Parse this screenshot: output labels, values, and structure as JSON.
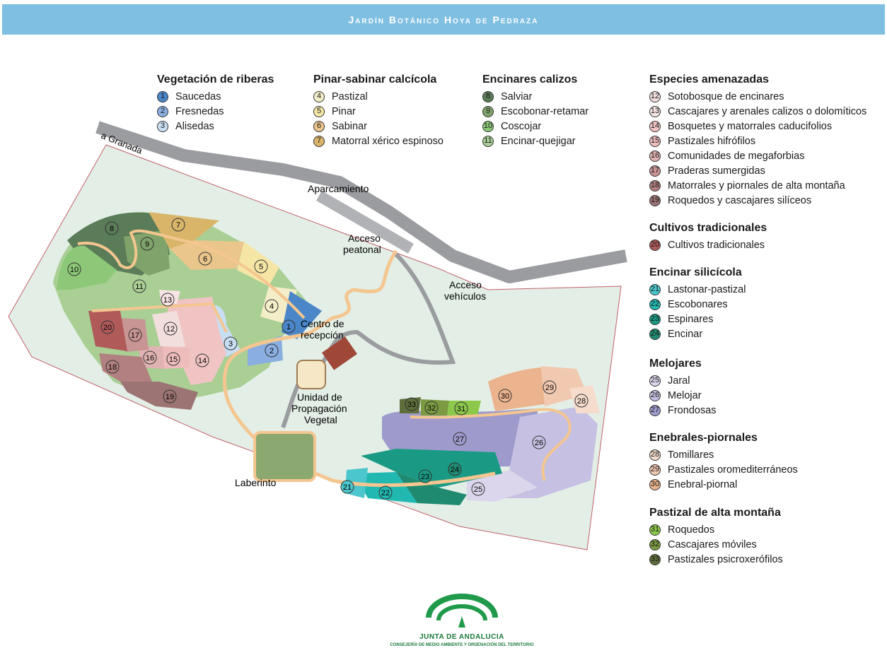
{
  "title": "Jardín Botánico Hoya de Pedraza",
  "legend": [
    {
      "title": "Vegetación de riberas",
      "items": [
        {
          "num": "1",
          "label": "Saucedas",
          "color": "#4a86c8"
        },
        {
          "num": "2",
          "label": "Fresnedas",
          "color": "#8aaee0"
        },
        {
          "num": "3",
          "label": "Alisedas",
          "color": "#c8def2"
        }
      ]
    },
    {
      "title": "Pinar-sabinar calcícola",
      "items": [
        {
          "num": "4",
          "label": "Pastizal",
          "color": "#f3edc8"
        },
        {
          "num": "5",
          "label": "Pinar",
          "color": "#f5e6a6"
        },
        {
          "num": "6",
          "label": "Sabinar",
          "color": "#eac58c"
        },
        {
          "num": "7",
          "label": "Matorral xérico espinoso",
          "color": "#d9b56a"
        }
      ]
    },
    {
      "title": "Encinares calizos",
      "items": [
        {
          "num": "8",
          "label": "Salviar",
          "color": "#5a7c58"
        },
        {
          "num": "9",
          "label": "Escobonar-retamar",
          "color": "#7fa36a"
        },
        {
          "num": "10",
          "label": "Coscojar",
          "color": "#8cc878"
        },
        {
          "num": "11",
          "label": "Encinar-quejigar",
          "color": "#a9cf94"
        }
      ]
    },
    {
      "title": "Especies amenazadas",
      "items": [
        {
          "num": "12",
          "label": "Sotobosque de encinares",
          "color": "#f3dede"
        },
        {
          "num": "13",
          "label": "Cascajares y arenales calizos o dolomíticos",
          "color": "#f7e4e4"
        },
        {
          "num": "14",
          "label": "Bosquetes y matorrales caducifolios",
          "color": "#f1c4c4"
        },
        {
          "num": "15",
          "label": "Pastizales hifrófilos",
          "color": "#efbcbc"
        },
        {
          "num": "16",
          "label": "Comunidades de megaforbias",
          "color": "#e0b2b2"
        },
        {
          "num": "17",
          "label": "Praderas sumergidas",
          "color": "#c99494"
        },
        {
          "num": "18",
          "label": "Matorrales y piornales de alta montaña",
          "color": "#b28080"
        },
        {
          "num": "19",
          "label": "Roquedos y cascajares silíceos",
          "color": "#9c7474"
        }
      ]
    },
    {
      "title": "Cultivos tradicionales",
      "items": [
        {
          "num": "20",
          "label": "Cultivos tradicionales",
          "color": "#b05a5a"
        }
      ]
    },
    {
      "title": "Encinar silicícola",
      "items": [
        {
          "num": "21",
          "label": "Lastonar-pastizal",
          "color": "#4ac6cc"
        },
        {
          "num": "22",
          "label": "Escobonares",
          "color": "#22b8b2"
        },
        {
          "num": "23",
          "label": "Espinares",
          "color": "#1a9a84"
        },
        {
          "num": "24",
          "label": "Encinar",
          "color": "#1f8a70"
        }
      ]
    },
    {
      "title": "Melojares",
      "items": [
        {
          "num": "25",
          "label": "Jaral",
          "color": "#dcd6ec"
        },
        {
          "num": "26",
          "label": "Melojar",
          "color": "#c6c0e2"
        },
        {
          "num": "27",
          "label": "Frondosas",
          "color": "#9e9acc"
        }
      ]
    },
    {
      "title": "Enebrales-piornales",
      "items": [
        {
          "num": "28",
          "label": "Tomillares",
          "color": "#f6dccc"
        },
        {
          "num": "29",
          "label": "Pastizales oromediterráneos",
          "color": "#f1c8b0"
        },
        {
          "num": "30",
          "label": "Enebral-piornal",
          "color": "#ebb48e"
        }
      ]
    },
    {
      "title": "Pastizal de alta montaña",
      "items": [
        {
          "num": "31",
          "label": "Roquedos",
          "color": "#8cc84a"
        },
        {
          "num": "32",
          "label": "Cascajares móviles",
          "color": "#7c9a42"
        },
        {
          "num": "33",
          "label": "Pastizales psicroxerófilos",
          "color": "#5e6e3a"
        }
      ]
    }
  ],
  "map_labels": {
    "road": "a Granada",
    "parking": "Aparcamiento",
    "pedestrian_1": "Acceso",
    "pedestrian_2": "peatonal",
    "vehicles_1": "Acceso",
    "vehicles_2": "vehículos",
    "reception_1": "Centro de",
    "reception_2": "recepción",
    "propagation_1": "Unidad de",
    "propagation_2": "Propagación",
    "propagation_3": "Vegetal",
    "labyrinth": "Laberinto"
  },
  "logo": {
    "name": "JUNTA DE ANDALUCIA",
    "subtitle": "CONSEJERÍA DE MEDIO AMBIENTE Y ORDENACIÓN DEL TERRITORIO"
  },
  "colors": {
    "banner": "#7fbfe2",
    "garden": "#e3efe6",
    "boundary": "#c2606a",
    "road": "#9a9ca0",
    "path": "#f4c690",
    "logo": "#1f9a4a"
  }
}
